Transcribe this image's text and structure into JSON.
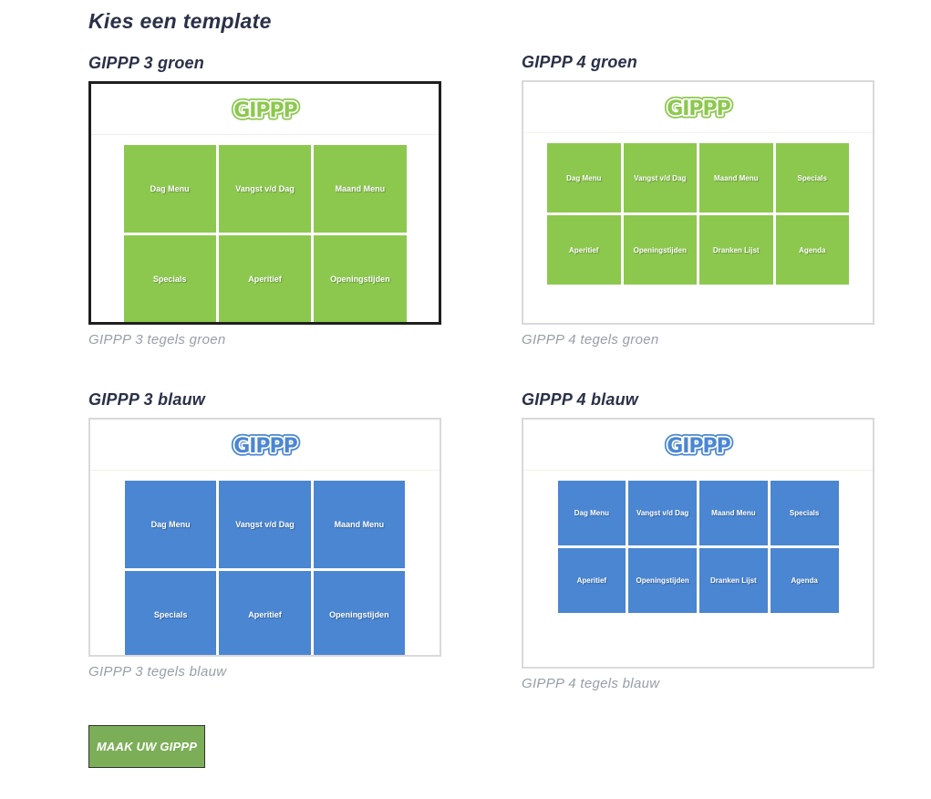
{
  "page": {
    "title": "Kies een template"
  },
  "logo": {
    "text": "GIPPP"
  },
  "action": {
    "label": "MAAK UW GIPPP"
  },
  "colors": {
    "green": "#8cc84e",
    "blue": "#4a86d2",
    "button-green": "#7cae58",
    "button-border": "#333333",
    "heading-navy": "#2a3047",
    "caption-gray": "#989ea8",
    "card-border": "#d9d9d9",
    "selected-border": "#1f1f1f",
    "divider": "#f0f0ec",
    "tile-text": "#ffffff"
  },
  "templates": [
    {
      "heading": "GIPPP 3 groen",
      "caption": "GIPPP 3 tegels groen",
      "color": "green",
      "selected": true,
      "tiles": [
        "Dag Menu",
        "Vangst v/d Dag",
        "Maand Menu",
        "Specials",
        "Aperitief",
        "Openingstijden"
      ]
    },
    {
      "heading": "GIPPP 4 groen",
      "caption": "GIPPP 4 tegels groen",
      "color": "green",
      "selected": false,
      "tiles": [
        "Dag Menu",
        "Vangst v/d Dag",
        "Maand Menu",
        "Specials",
        "Aperitief",
        "Openingstijden",
        "Dranken Lijst",
        "Agenda"
      ]
    },
    {
      "heading": "GIPPP 3 blauw",
      "caption": "GIPPP 3 tegels blauw",
      "color": "blue",
      "selected": false,
      "tiles": [
        "Dag Menu",
        "Vangst v/d Dag",
        "Maand Menu",
        "Specials",
        "Aperitief",
        "Openingstijden"
      ]
    },
    {
      "heading": "GIPPP 4 blauw",
      "caption": "GIPPP 4 tegels blauw",
      "color": "blue",
      "selected": false,
      "tiles": [
        "Dag Menu",
        "Vangst v/d Dag",
        "Maand Menu",
        "Specials",
        "Aperitief",
        "Openingstijden",
        "Dranken Lijst",
        "Agenda"
      ]
    }
  ]
}
